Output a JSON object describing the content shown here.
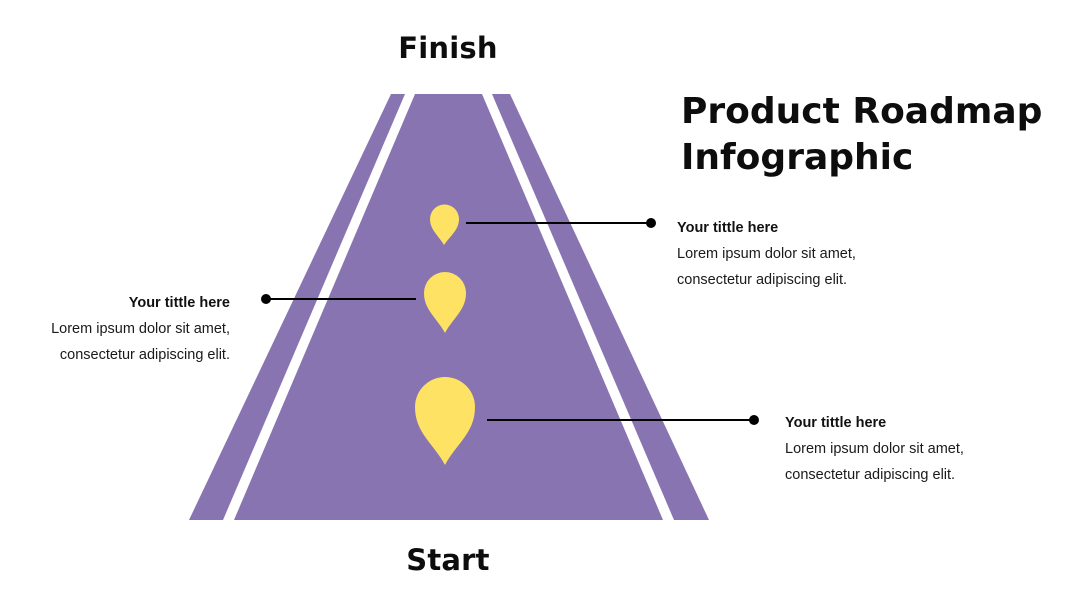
{
  "title": {
    "line1": "Product Roadmap",
    "line2": "Infographic"
  },
  "road": {
    "finish_label": "Finish",
    "start_label": "Start",
    "road_color": "#8874B1",
    "stripe_color": "#FFFFFF",
    "pin_color": "#FDE264",
    "connector_color": "#000000"
  },
  "callouts": [
    {
      "title": "Your tittle here",
      "body_line1": "Lorem ipsum dolor sit amet,",
      "body_line2": "consectetur adipiscing elit."
    },
    {
      "title": "Your tittle here",
      "body_line1": "Lorem ipsum dolor sit amet,",
      "body_line2": "consectetur adipiscing elit."
    },
    {
      "title": "Your tittle here",
      "body_line1": "Lorem ipsum dolor sit amet,",
      "body_line2": "consectetur adipiscing elit."
    }
  ]
}
